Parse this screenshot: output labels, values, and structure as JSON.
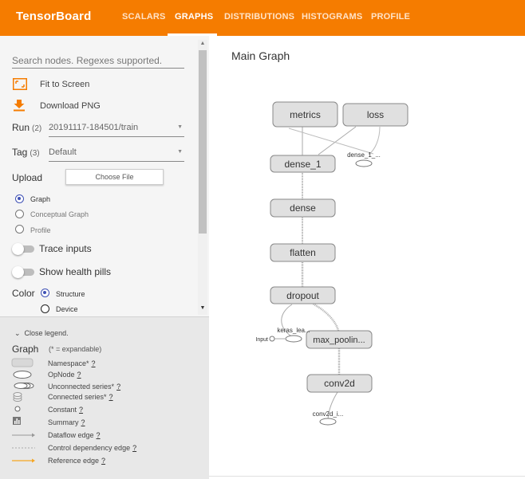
{
  "app": {
    "brand": "TensorBoard",
    "tabs": [
      {
        "label": "SCALARS"
      },
      {
        "label": "GRAPHS"
      },
      {
        "label": "DISTRIBUTIONS"
      },
      {
        "label": "HISTOGRAMS"
      },
      {
        "label": "PROFILE"
      }
    ],
    "active_tab": "GRAPHS",
    "accent_color": "#f57c00"
  },
  "sidebar": {
    "search_placeholder": "Search nodes. Regexes supported.",
    "fit_to_screen": "Fit to Screen",
    "download_png": "Download PNG",
    "run_label": "Run",
    "run_count": "(2)",
    "run_value": "20191117-184501/train",
    "tag_label": "Tag",
    "tag_count": "(3)",
    "tag_value": "Default",
    "upload_label": "Upload",
    "choose_file": "Choose File",
    "graph_types": [
      {
        "label": "Graph",
        "selected": true
      },
      {
        "label": "Conceptual Graph",
        "selected": false
      },
      {
        "label": "Profile",
        "selected": false
      }
    ],
    "trace_inputs": "Trace inputs",
    "show_health_pills": "Show health pills",
    "color_label": "Color",
    "color_options": [
      {
        "label": "Structure",
        "selected": true
      },
      {
        "label": "Device",
        "selected": false
      }
    ]
  },
  "legend": {
    "close_label": "Close legend.",
    "title": "Graph",
    "subtitle": "(* = expandable)",
    "items": [
      {
        "label": "Namespace*",
        "icon": "namespace-icon"
      },
      {
        "label": "OpNode",
        "icon": "opnode-icon"
      },
      {
        "label": "Unconnected series*",
        "icon": "unconnected-series-icon"
      },
      {
        "label": "Connected series*",
        "icon": "connected-series-icon"
      },
      {
        "label": "Constant",
        "icon": "constant-icon"
      },
      {
        "label": "Summary",
        "icon": "summary-icon"
      },
      {
        "label": "Dataflow edge",
        "icon": "dataflow-edge-icon"
      },
      {
        "label": "Control dependency edge",
        "icon": "control-edge-icon"
      },
      {
        "label": "Reference edge",
        "icon": "reference-edge-icon"
      }
    ],
    "help": "?"
  },
  "main": {
    "title": "Main Graph",
    "nodes": {
      "metrics": "metrics",
      "loss": "loss",
      "dense_1": "dense_1",
      "dense": "dense",
      "flatten": "flatten",
      "dropout": "dropout",
      "max_pooling": "max_poolin...",
      "conv2d": "conv2d",
      "dense_1_aux": "dense_1_...",
      "keras_aux": "keras_lea...",
      "input": "Input",
      "conv2d_aux": "conv2d_i..."
    }
  }
}
